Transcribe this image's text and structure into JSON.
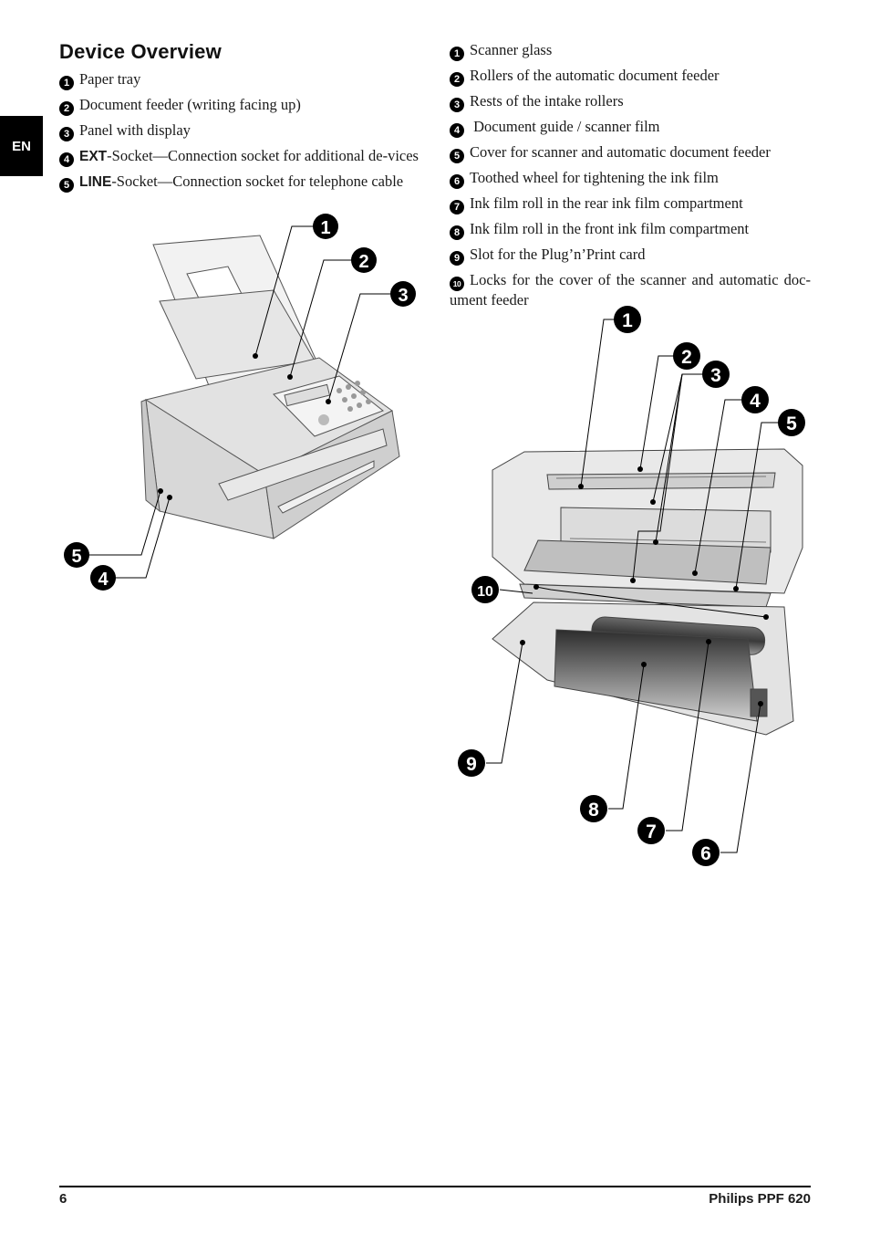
{
  "lang_tab": "EN",
  "title": "Device Overview",
  "left_list": [
    {
      "num": "1",
      "text": "Paper tray"
    },
    {
      "num": "2",
      "text": "Document feeder (writing facing up)"
    },
    {
      "num": "3",
      "text": "Panel with display"
    },
    {
      "num": "4",
      "keyword": "EXT",
      "text": "-Socket—Connection socket for additional de-vices"
    },
    {
      "num": "5",
      "keyword": "LINE",
      "text": "-Socket—Connection socket for telephone cable"
    }
  ],
  "right_list": [
    {
      "num": "1",
      "text": "Scanner glass"
    },
    {
      "num": "2",
      "text": "Rollers of the automatic document feeder"
    },
    {
      "num": "3",
      "text": "Rests of the intake rollers"
    },
    {
      "num": "4",
      "text": " Document guide / scanner film"
    },
    {
      "num": "5",
      "text": "Cover for scanner and automatic document feeder"
    },
    {
      "num": "6",
      "text": "Toothed wheel for tightening the ink film"
    },
    {
      "num": "7",
      "text": "Ink film roll in the rear ink film compartment"
    },
    {
      "num": "8",
      "text": "Ink film roll in the front ink film compartment"
    },
    {
      "num": "9",
      "text": "Slot for the Plug’n’Print card"
    },
    {
      "num": "10",
      "text": "Locks for the cover of the scanner and automatic doc-ument feeder"
    }
  ],
  "figure1_callouts": [
    "1",
    "2",
    "3",
    "4",
    "5"
  ],
  "figure2_callouts": [
    "1",
    "2",
    "3",
    "4",
    "5",
    "6",
    "7",
    "8",
    "9",
    "10"
  ],
  "footer": {
    "page": "6",
    "product": "Philips PPF 620"
  }
}
